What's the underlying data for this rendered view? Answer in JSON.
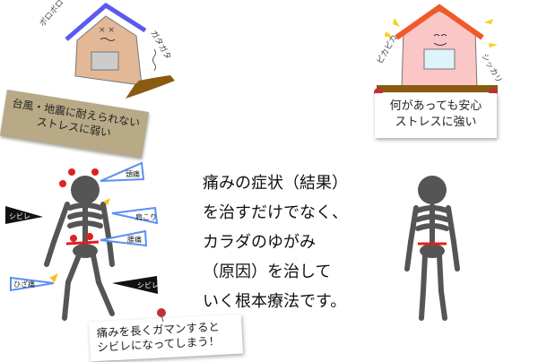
{
  "bad_house": {
    "sound_left": "ボロボロ",
    "sound_right": "ガタガタ",
    "caption_line1": "台風・地震に耐えられない",
    "caption_line2": "ストレスに弱い"
  },
  "good_house": {
    "sound_left": "ピカピカ",
    "sound_right": "シッカリ",
    "caption_line1": "何があっても安心",
    "caption_line2": "ストレスに強い"
  },
  "skeleton_labels": {
    "headache": "頭痛",
    "shoulder": "肩こり",
    "lowback": "腰痛",
    "numb_left": "シビレ",
    "knee": "ひざ痛",
    "numb_right": "シビレ"
  },
  "main_text": {
    "line1": "痛みの症状（結果）",
    "line2": "を治すだけでなく、",
    "line3": "カラダのゆがみ",
    "line4": "（原因）を治して",
    "line5": "いく根本療法です。"
  },
  "warning_note": {
    "line1": "痛みを長くガマンすると",
    "line2": "シビレになってしまう！"
  },
  "colors": {
    "bad_roof": "#5a5aee",
    "bad_wall": "#e2b896",
    "good_roof": "#f05a2a",
    "good_wall": "#fbc6c6",
    "bone": "#555555",
    "pain": "#e02020",
    "tag_border": "#5b8ff0",
    "shelf": "#8a5a10"
  }
}
